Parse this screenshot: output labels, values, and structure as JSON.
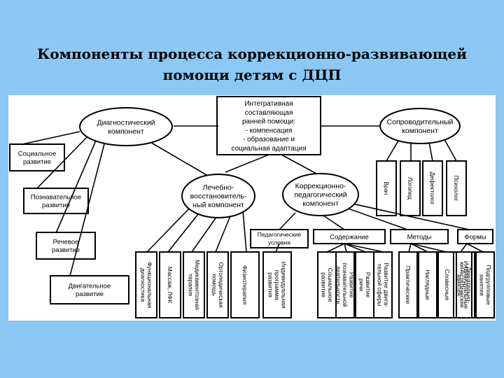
{
  "title": "Компоненты процесса коррекционно-развивающей помощи детям с ДЦП",
  "nodes": {
    "diagnostic": [
      "Диагностический",
      "компонент"
    ],
    "integrative": [
      "Интегративная",
      "составляющая",
      "ранней помощи:",
      "- компенсация",
      "- образование и",
      "социальная адаптация"
    ],
    "support": [
      "Сопроводительный",
      "компонент"
    ],
    "medical": [
      "Лечебно-",
      "восстановитель-",
      "ный компонент"
    ],
    "correctional": [
      "Коррекционно-",
      "педагогический",
      "компонент"
    ]
  },
  "development_boxes": [
    [
      "Социальное",
      "развитие"
    ],
    [
      "Познавательное",
      "развитие"
    ],
    [
      "Речевое",
      "развитие"
    ],
    [
      "Двигательное",
      "развитие"
    ]
  ],
  "specialists": [
    "Врач",
    "Логопед",
    "Дефектолог",
    "Психолог"
  ],
  "medical_items": [
    [
      "Функциональная",
      "диагностика"
    ],
    [
      "Массаж, ЛФК"
    ],
    [
      "Медикаментозная",
      "терапия"
    ],
    [
      "Ортопедическая",
      "помощь"
    ],
    [
      "Физиотерапия"
    ]
  ],
  "correctional_headers": [
    "Педагогические условия",
    "Содержание",
    "Методы",
    "Формы"
  ],
  "conditions_items": [
    [
      "Индивидуальная",
      "программа",
      "развития"
    ]
  ],
  "content_items": [
    [
      "Социальное",
      "развитие"
    ],
    [
      "Развитие",
      "познавательной",
      "деятельности"
    ],
    [
      "Развитие",
      "речи"
    ],
    [
      "Развитие двига-",
      "тельной сферы"
    ]
  ],
  "method_items": [
    [
      "Практические"
    ],
    [
      "Наглядные"
    ],
    [
      "Словесные"
    ],
    [
      "Двигательно-",
      "кинестетические"
    ]
  ],
  "form_items": [
    [
      "Индивидуальные",
      "занятия"
    ],
    [
      "Подгрупповые",
      "занятия"
    ]
  ]
}
